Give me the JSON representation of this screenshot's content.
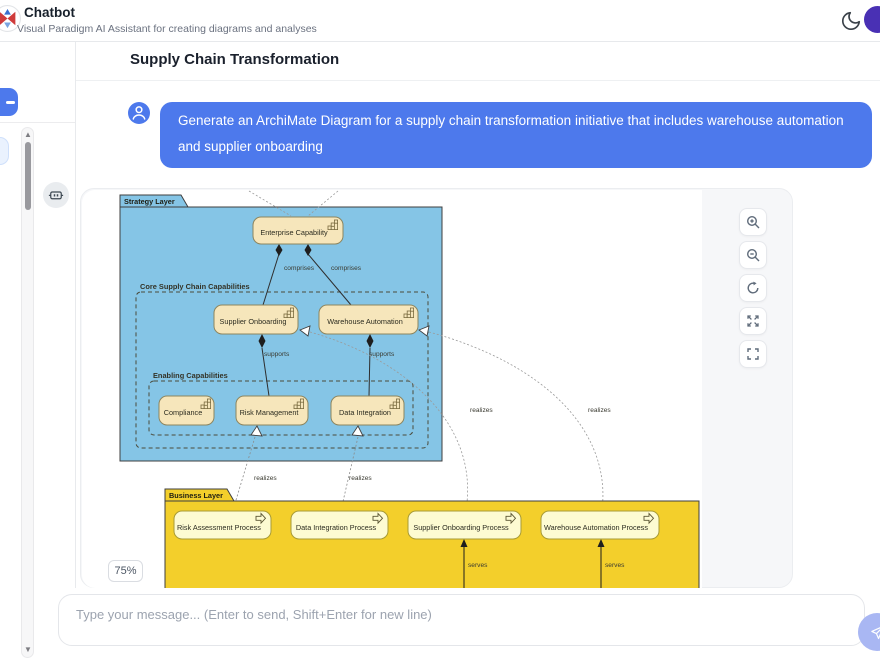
{
  "header": {
    "app_title": "Chatbot",
    "app_subtitle": "Visual Paradigm AI Assistant for creating diagrams and analyses"
  },
  "page": {
    "title": "Supply Chain Transformation"
  },
  "chat": {
    "user_message": "Generate an ArchiMate Diagram for a supply chain transformation initiative that includes warehouse automation and supplier onboarding",
    "input_placeholder": "Type your message... (Enter to send, Shift+Enter for new line)"
  },
  "viewer": {
    "zoom_level": "75%",
    "controls": [
      "zoom-in",
      "zoom-out",
      "reset-view",
      "expand",
      "fullscreen"
    ]
  },
  "icons": {
    "moon": "dark-mode-toggle",
    "robot": "assistant-avatar",
    "person": "user-avatar",
    "send": "paper-plane"
  },
  "colors": {
    "user_bubble": "#4d79ec",
    "strategy_layer": "#85c5e6",
    "business_layer": "#f3cf2b",
    "capability_fill": "#f6e6bb",
    "process_fill": "#fdfbd2",
    "avatar_purple": "#4930b4",
    "send_button": "#a9b7f3"
  },
  "diagram": {
    "strategy_layer_label": "Strategy Layer",
    "business_layer_label": "Business Layer",
    "groups": {
      "core": "Core Supply Chain Capabilities",
      "enabling": "Enabling Capabilities"
    },
    "capabilities": {
      "enterprise": "Enterprise Capability",
      "supplier": "Supplier Onboarding",
      "warehouse": "Warehouse Automation",
      "compliance": "Compliance",
      "risk": "Risk Management",
      "data": "Data Integration"
    },
    "processes": {
      "risk": "Risk Assessment Process",
      "data": "Data Integration Process",
      "supplier": "Supplier Onboarding Process",
      "warehouse": "Warehouse Automation Process"
    },
    "relationships": {
      "comprises": "comprises",
      "supports": "supports",
      "realizes": "realizes",
      "serves": "serves"
    }
  }
}
